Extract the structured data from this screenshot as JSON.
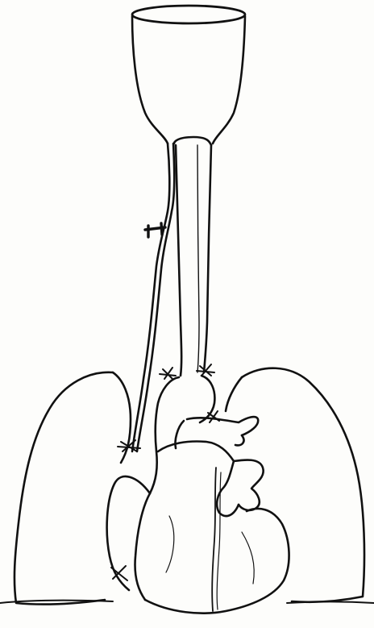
{
  "drawing": {
    "style": "hand-drawn ink line sketch",
    "ink_color": "#111111",
    "paper_color": "#fdfdfb",
    "parts": [
      {
        "name": "reservoir-funnel",
        "icon": "funnel-icon"
      },
      {
        "name": "left-tube",
        "icon": "tube-icon"
      },
      {
        "name": "right-tube",
        "icon": "tube-icon"
      },
      {
        "name": "tube-clamp",
        "icon": "clamp-icon"
      },
      {
        "name": "left-lung",
        "icon": "lung-icon"
      },
      {
        "name": "right-lung",
        "icon": "lung-icon"
      },
      {
        "name": "heart",
        "icon": "heart-icon"
      },
      {
        "name": "ligature-knots",
        "icon": "knot-icon"
      }
    ]
  }
}
